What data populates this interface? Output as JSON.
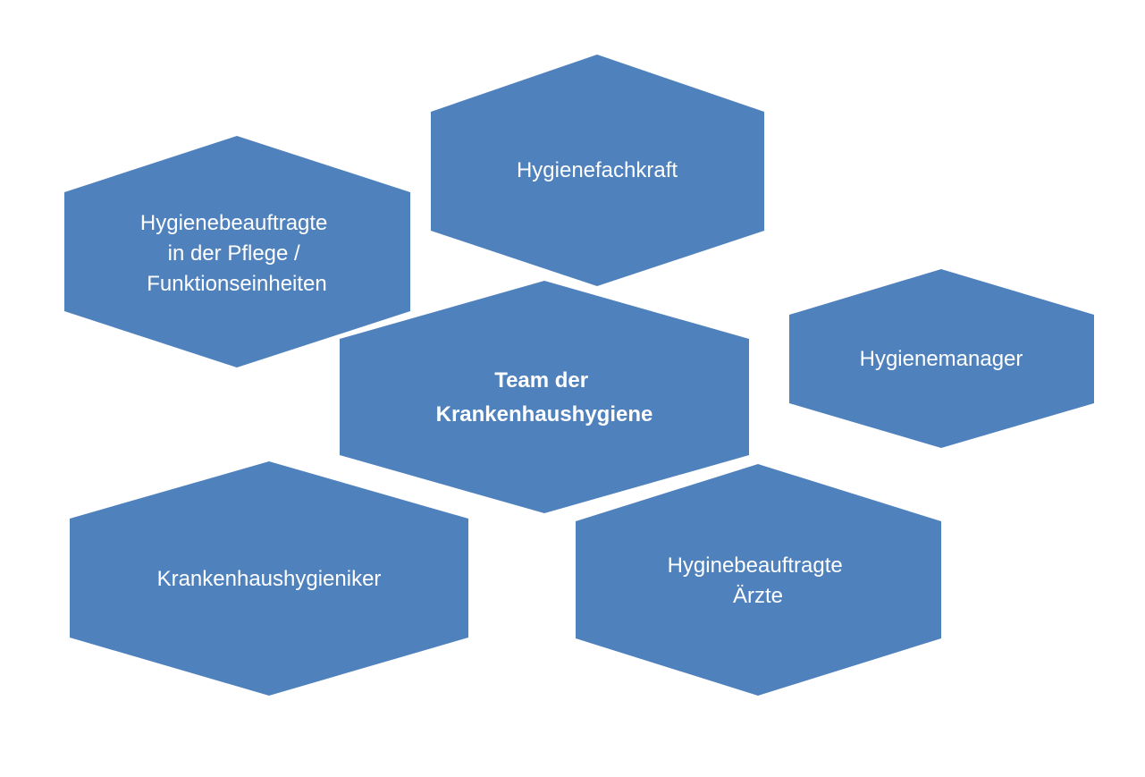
{
  "diagram": {
    "nodes": [
      {
        "id": "hygienefachkraft",
        "lines": [
          "Hygienefachkraft"
        ],
        "bold": false
      },
      {
        "id": "hygienebeauftragte-pflege",
        "lines": [
          "Hygienebeauftragte",
          "in der Pflege /",
          "Funktionseinheiten"
        ],
        "bold": false
      },
      {
        "id": "team",
        "lines": [
          "Team der",
          "Krankenhaushygiene"
        ],
        "bold": true
      },
      {
        "id": "hygienemanager",
        "lines": [
          "Hygienemanager"
        ],
        "bold": false
      },
      {
        "id": "krankenhaushygieniker",
        "lines": [
          "Krankenhaushygieniker"
        ],
        "bold": false
      },
      {
        "id": "hyginebeauftragte-aerzte",
        "lines": [
          "Hyginebeauftragte",
          "Ärzte"
        ],
        "bold": false
      }
    ],
    "colors": {
      "hexagon_fill": "#4f81bd",
      "text": "#ffffff",
      "background": "#ffffff"
    }
  }
}
